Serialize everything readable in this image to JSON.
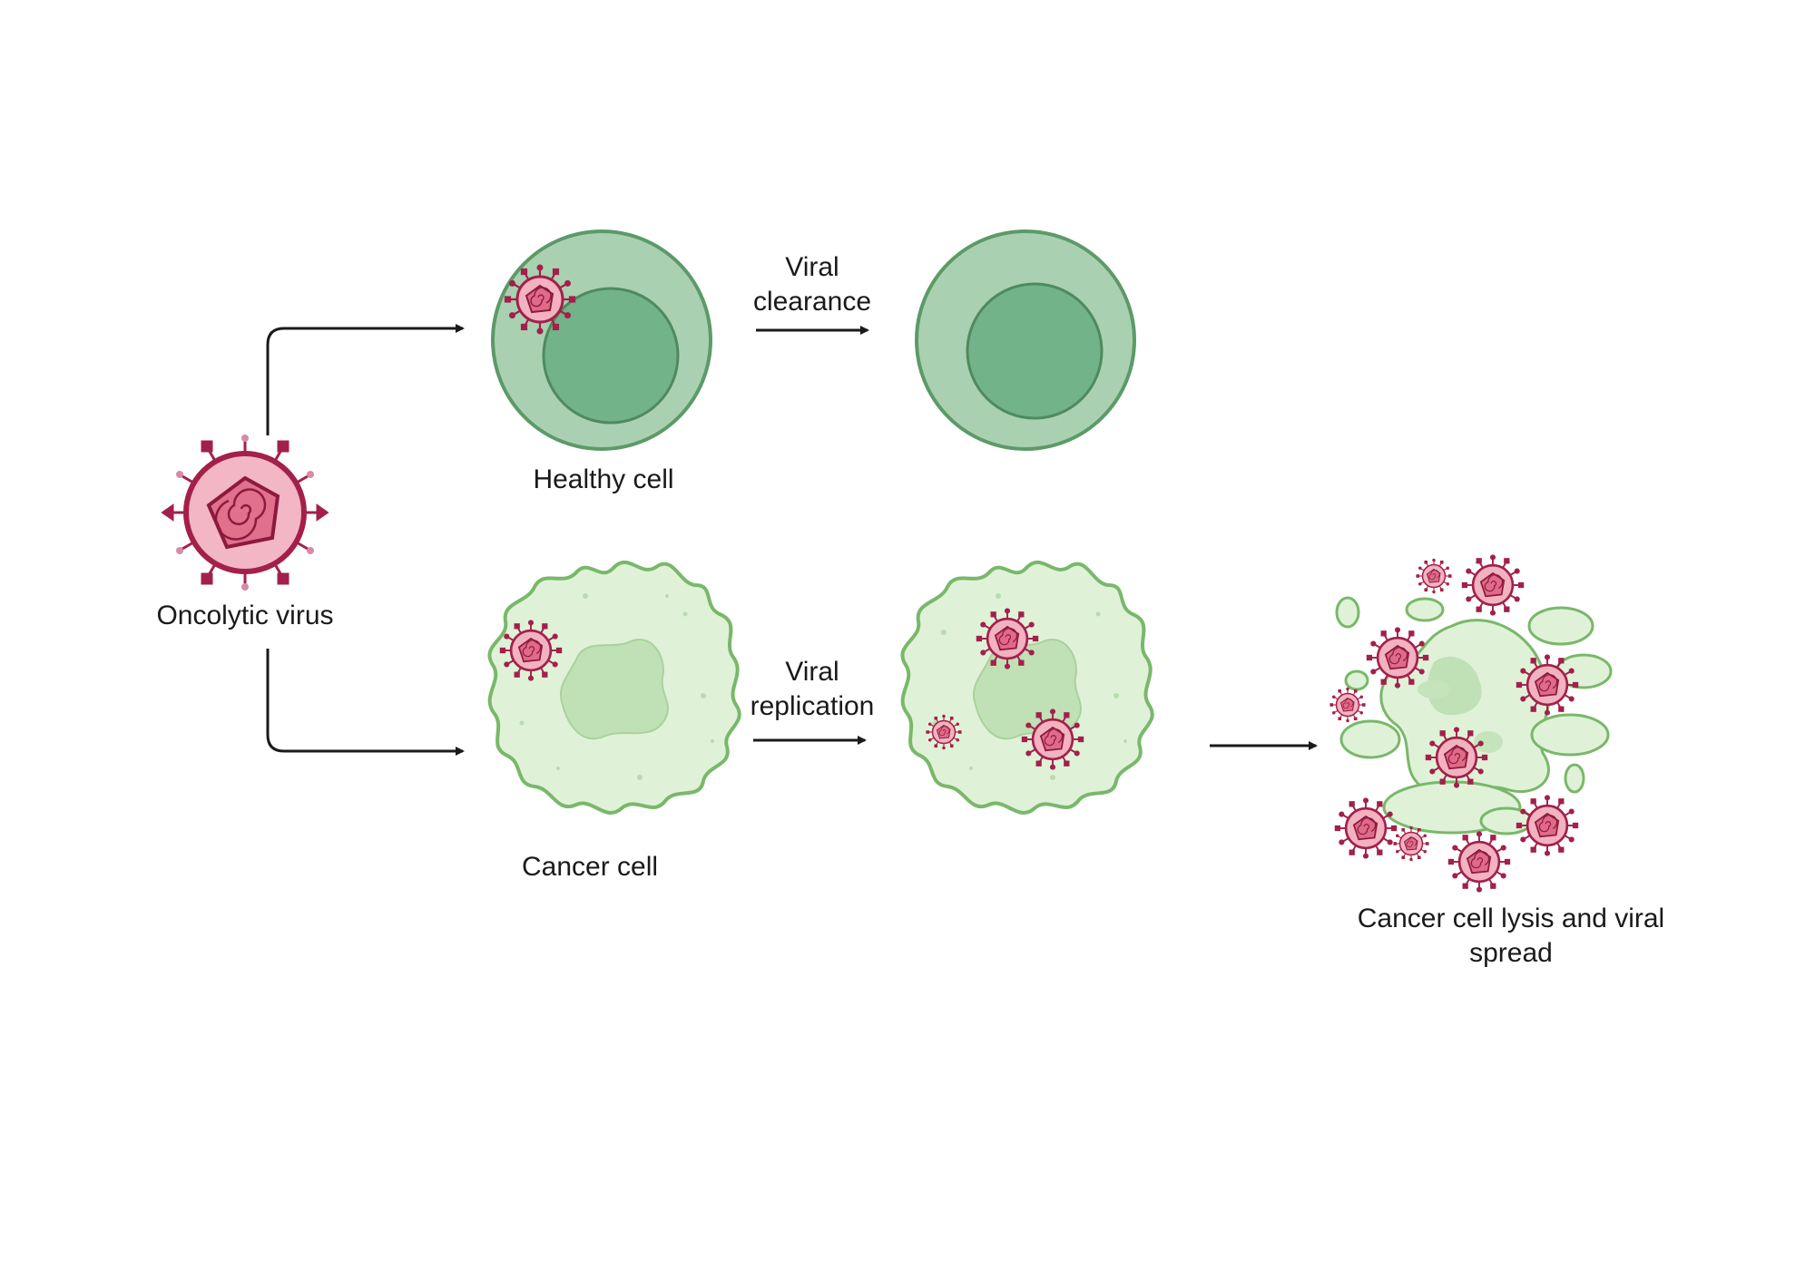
{
  "labels": {
    "oncolytic_virus": "Oncolytic virus",
    "healthy_cell": "Healthy cell",
    "cancer_cell": "Cancer cell",
    "viral_clearance_1": "Viral",
    "viral_clearance_2": "clearance",
    "viral_replication_1": "Viral",
    "viral_replication_2": "replication",
    "lysis_1": "Cancer cell lysis and viral",
    "lysis_2": "spread"
  },
  "colors": {
    "healthy_cytoplasm": "#a9d1b1",
    "healthy_nucleus": "#72b38a",
    "healthy_outline": "#5c9a68",
    "cancer_cytoplasm": "#dff2d8",
    "cancer_nucleus": "#c0e0b6",
    "cancer_outline": "#79b86a",
    "virus_fill": "#f0a9b8",
    "virus_dark": "#a3204a",
    "arrow": "#1a1a1a"
  },
  "icons": [
    "oncolytic-virus-icon",
    "healthy-cell-icon",
    "cancer-cell-icon",
    "virus-particle-icon"
  ]
}
